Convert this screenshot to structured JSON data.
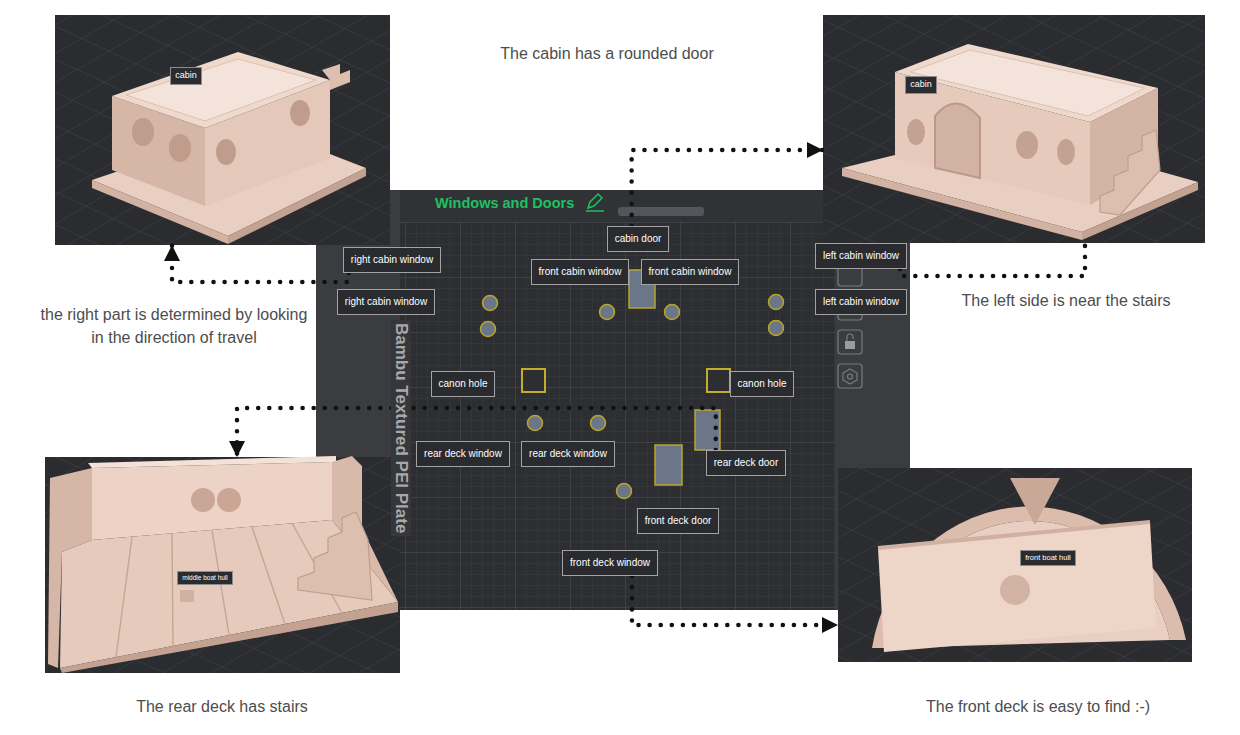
{
  "diagram": {
    "nodes": [
      {
        "text": [
          "cabin"
        ]
      },
      {
        "text": [
          "cabin"
        ]
      },
      {
        "text": [
          "Windows and Doors",
          "Bambu Textured PEI Plate"
        ]
      },
      {
        "text": [
          "cabin door"
        ],
        "in": 2
      },
      {
        "text": [
          "front cabin window"
        ],
        "in": 2
      },
      {
        "text": [
          "front cabin window"
        ],
        "in": 2
      },
      {
        "text": [
          "right cabin window"
        ],
        "in": 2
      },
      {
        "text": [
          "left cabin window"
        ],
        "in": 2
      },
      {
        "text": [
          "right cabin window"
        ],
        "in": 2
      },
      {
        "text": [
          "left cabin window"
        ],
        "in": 2
      },
      {
        "text": [
          "canon hole"
        ],
        "in": 2
      },
      {
        "text": [
          "canon hole"
        ],
        "in": 2
      },
      {
        "text": [
          "rear deck window"
        ],
        "in": 2
      },
      {
        "text": [
          "rear deck window"
        ],
        "in": 2
      },
      {
        "text": [
          "rear deck door"
        ],
        "in": 2
      },
      {
        "text": [
          "front deck door"
        ],
        "in": 2
      },
      {
        "text": [
          "front deck window"
        ],
        "in": 2
      },
      {
        "text": [
          "middle boat hull"
        ]
      },
      {
        "text": [
          "front boat hull"
        ]
      }
    ],
    "edges": [
      {
        "from": 6,
        "to": 0,
        "arrow": "to"
      },
      {
        "from": 3,
        "to": 1,
        "arrow": "to"
      },
      {
        "from": 7,
        "to": 1,
        "arrow": "none"
      },
      {
        "from": 14,
        "to": 17,
        "arrow": "to"
      },
      {
        "from": 16,
        "to": 18,
        "arrow": "to"
      }
    ],
    "labels": [
      "The cabin has a rounded door",
      "the right part is determined by looking in the direction of travel",
      "The left side is near the stairs",
      "The rear deck has stairs",
      "The front deck is easy to find :-)"
    ]
  }
}
